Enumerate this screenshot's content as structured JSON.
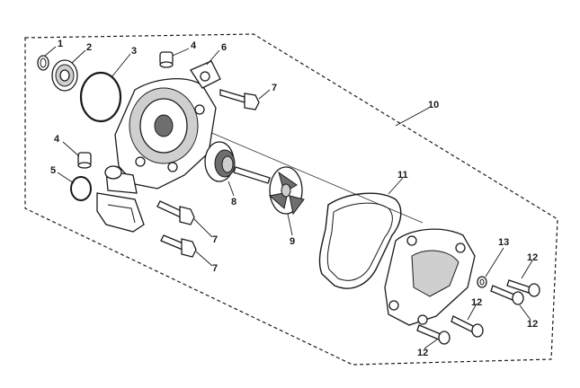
{
  "callouts": {
    "c1": "1",
    "c2": "2",
    "c3": "3",
    "c4a": "4",
    "c4b": "4",
    "c5": "5",
    "c6": "6",
    "c7a": "7",
    "c7b": "7",
    "c7c": "7",
    "c8": "8",
    "c9": "9",
    "c10": "10",
    "c11": "11",
    "c12a": "12",
    "c12b": "12",
    "c12c": "12",
    "c12d": "12",
    "c13": "13"
  }
}
